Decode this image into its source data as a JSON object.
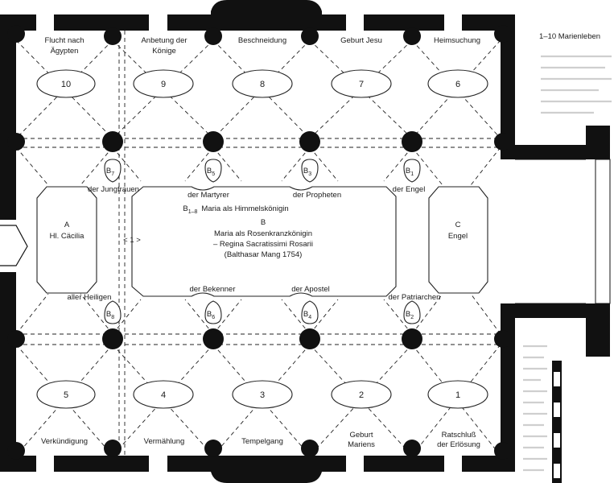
{
  "legend": "1–10 Marienleben",
  "scenes": [
    {
      "num": "1",
      "label": [
        "Ratschluß",
        "der Erlösung"
      ]
    },
    {
      "num": "2",
      "label": [
        "Geburt",
        "Mariens"
      ]
    },
    {
      "num": "3",
      "label": [
        "Tempelgang"
      ]
    },
    {
      "num": "4",
      "label": [
        "Vermählung"
      ]
    },
    {
      "num": "5",
      "label": [
        "Verkündigung"
      ]
    },
    {
      "num": "6",
      "label": [
        "Heimsuchung"
      ]
    },
    {
      "num": "7",
      "label": [
        "Geburt Jesu"
      ]
    },
    {
      "num": "8",
      "label": [
        "Beschneidung"
      ]
    },
    {
      "num": "9",
      "label": [
        "Anbetung der",
        "Könige"
      ]
    },
    {
      "num": "10",
      "label": [
        "Flucht nach",
        "Ägypten"
      ]
    }
  ],
  "fields": {
    "A": {
      "letter": "A",
      "label": "Hl. Cäcilia"
    },
    "B": {
      "letter": "B",
      "sub_main": "B",
      "sub_range": "1–8",
      "title": "Maria als Himmelskönigin",
      "lines": [
        "Maria als Rosenkranzkönigin",
        "– Regina Sacratissimi Rosarii",
        "(Balthasar Mang 1754)"
      ]
    },
    "C": {
      "letter": "C",
      "label": "Engel"
    }
  },
  "small_fields": [
    {
      "base": "B",
      "sub": "7",
      "label": "der Jungfrauen"
    },
    {
      "base": "B",
      "sub": "5",
      "label": "der Martyrer"
    },
    {
      "base": "B",
      "sub": "3",
      "label": "der Propheten"
    },
    {
      "base": "B",
      "sub": "1",
      "label": "der Engel"
    },
    {
      "base": "B",
      "sub": "8",
      "label": "aller Heiligen"
    },
    {
      "base": "B",
      "sub": "6",
      "label": "der Bekenner"
    },
    {
      "base": "B",
      "sub": "4",
      "label": "der Apostel"
    },
    {
      "base": "B",
      "sub": "2",
      "label": "der Patriarchen"
    }
  ],
  "marker": "< 1 >"
}
